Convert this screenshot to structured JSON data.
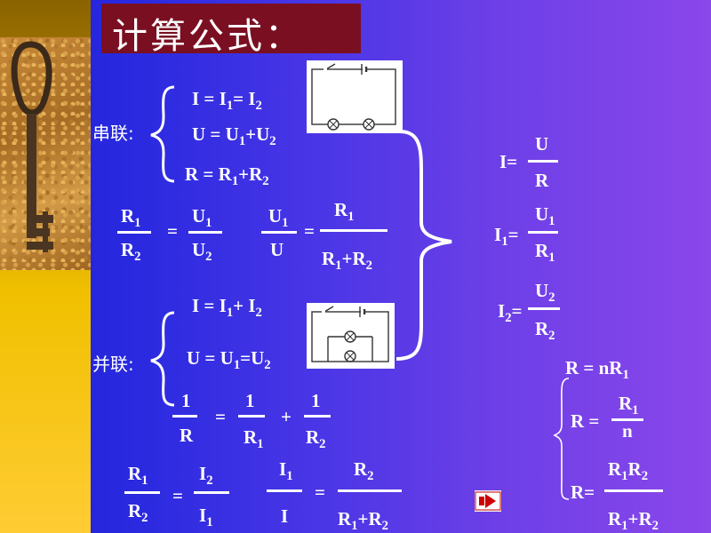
{
  "slide": {
    "title": "计算公式：",
    "series_label": "串联:",
    "parallel_label": "并联:",
    "series": {
      "current": "I = I1= I2",
      "voltage": "U = U1+U2",
      "resistance": "R = R1+R2",
      "ratio1": {
        "lhs_num": "R1",
        "lhs_den": "R2",
        "rhs_num": "U1",
        "rhs_den": "U2"
      },
      "ratio2": {
        "lhs_num": "U1",
        "lhs_den": "U",
        "rhs_num": "R1",
        "rhs_den": "R1+R2"
      }
    },
    "parallel": {
      "current": "I = I1+ I2",
      "voltage": "U = U1=U2",
      "resistance": {
        "lhs_num": "1",
        "lhs_den": "R",
        "t1_num": "1",
        "t1_den": "R1",
        "t2_num": "1",
        "t2_den": "R2"
      },
      "ratio1": {
        "lhs_num": "R1",
        "lhs_den": "R2",
        "rhs_num": "I2",
        "rhs_den": "I1"
      },
      "ratio2": {
        "lhs_num": "I1",
        "lhs_den": "I",
        "rhs_num": "R2",
        "rhs_den": "R1+R2"
      }
    },
    "ohm": {
      "i": {
        "lhs": "I=",
        "num": "U",
        "den": "R"
      },
      "i1": {
        "lhs": "I1=",
        "num": "U1",
        "den": "R1"
      },
      "i2": {
        "lhs": "I2=",
        "num": "U2",
        "den": "R2"
      }
    },
    "equal_resistors": {
      "series": "R = nR1",
      "parallel": {
        "lhs": "R =",
        "num": "R1",
        "den": "n"
      },
      "two": {
        "lhs": "R=",
        "num": "R1R2",
        "den": "R1+R2"
      }
    },
    "operators": {
      "equals": "=",
      "plus": "+"
    },
    "colors": {
      "background": "#3a2fe0",
      "title_box": "#7a0f22",
      "text": "#ffffff",
      "side_strip": "#f0c000"
    },
    "icons": [
      "key-icon",
      "series-circuit-diagram",
      "parallel-circuit-diagram",
      "next-slide-icon"
    ]
  }
}
